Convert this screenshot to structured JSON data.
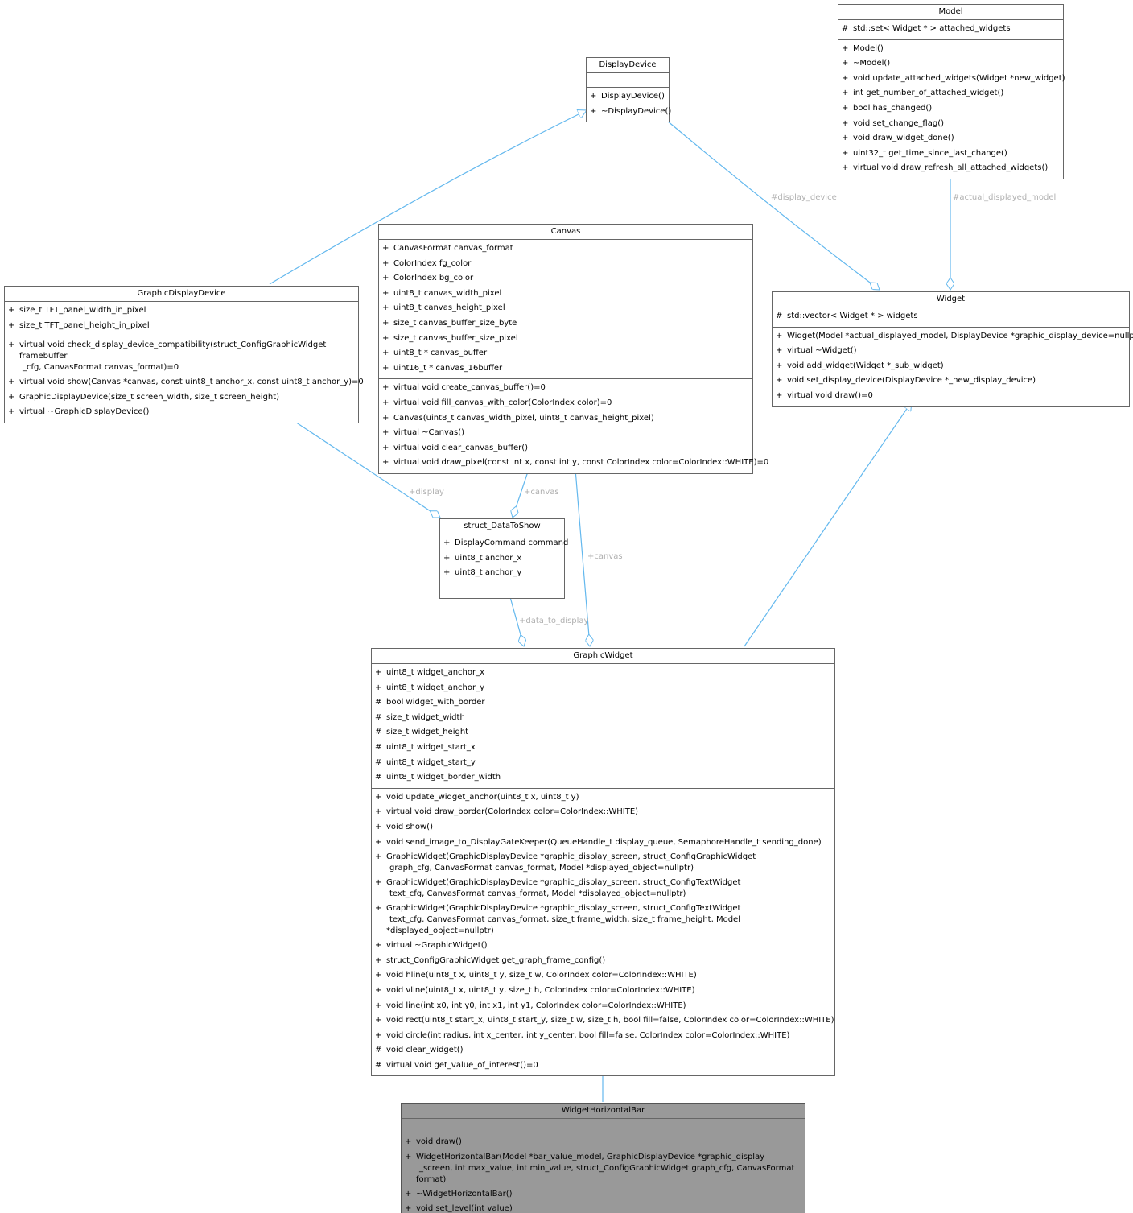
{
  "classes": {
    "model": {
      "name": "Model",
      "attributes": [
        {
          "vis": "#",
          "text": "std::set< Widget * > attached_widgets"
        }
      ],
      "methods": [
        {
          "vis": "+",
          "text": "Model()"
        },
        {
          "vis": "+",
          "text": "~Model()"
        },
        {
          "vis": "+",
          "text": "void update_attached_widgets(Widget *new_widget)"
        },
        {
          "vis": "+",
          "text": "int get_number_of_attached_widget()"
        },
        {
          "vis": "+",
          "text": "bool has_changed()"
        },
        {
          "vis": "+",
          "text": "void set_change_flag()"
        },
        {
          "vis": "+",
          "text": "void draw_widget_done()"
        },
        {
          "vis": "+",
          "text": "uint32_t get_time_since_last_change()"
        },
        {
          "vis": "+",
          "text": "virtual void draw_refresh_all_attached_widgets()"
        }
      ]
    },
    "display_device": {
      "name": "DisplayDevice",
      "attributes": [],
      "methods": [
        {
          "vis": "+",
          "text": "DisplayDevice()"
        },
        {
          "vis": "+",
          "text": "~DisplayDevice()"
        }
      ]
    },
    "canvas": {
      "name": "Canvas",
      "attributes": [
        {
          "vis": "+",
          "text": "CanvasFormat canvas_format"
        },
        {
          "vis": "+",
          "text": "ColorIndex fg_color"
        },
        {
          "vis": "+",
          "text": "ColorIndex bg_color"
        },
        {
          "vis": "+",
          "text": "uint8_t canvas_width_pixel"
        },
        {
          "vis": "+",
          "text": "uint8_t canvas_height_pixel"
        },
        {
          "vis": "+",
          "text": "size_t canvas_buffer_size_byte"
        },
        {
          "vis": "+",
          "text": "size_t canvas_buffer_size_pixel"
        },
        {
          "vis": "+",
          "text": "uint8_t * canvas_buffer"
        },
        {
          "vis": "+",
          "text": "uint16_t * canvas_16buffer"
        }
      ],
      "methods": [
        {
          "vis": "+",
          "text": "virtual void create_canvas_buffer()=0"
        },
        {
          "vis": "+",
          "text": "virtual void fill_canvas_with_color(ColorIndex color)=0"
        },
        {
          "vis": "+",
          "text": "Canvas(uint8_t canvas_width_pixel, uint8_t canvas_height_pixel)"
        },
        {
          "vis": "+",
          "text": "virtual ~Canvas()"
        },
        {
          "vis": "+",
          "text": "virtual void clear_canvas_buffer()"
        },
        {
          "vis": "+",
          "text": "virtual void draw_pixel(const int x, const int y, const ColorIndex color=ColorIndex::WHITE)=0"
        }
      ]
    },
    "graphic_display_device": {
      "name": "GraphicDisplayDevice",
      "attributes": [
        {
          "vis": "+",
          "text": "size_t TFT_panel_width_in_pixel"
        },
        {
          "vis": "+",
          "text": "size_t TFT_panel_height_in_pixel"
        }
      ],
      "methods": [
        {
          "vis": "+",
          "text": "virtual void check_display_device_compatibility(struct_ConfigGraphicWidget framebuffer\n_cfg, CanvasFormat canvas_format)=0"
        },
        {
          "vis": "+",
          "text": "virtual void show(Canvas *canvas, const uint8_t anchor_x, const uint8_t anchor_y)=0"
        },
        {
          "vis": "+",
          "text": "GraphicDisplayDevice(size_t screen_width, size_t screen_height)"
        },
        {
          "vis": "+",
          "text": "virtual ~GraphicDisplayDevice()"
        }
      ]
    },
    "widget": {
      "name": "Widget",
      "attributes": [
        {
          "vis": "#",
          "text": "std::vector< Widget * > widgets"
        }
      ],
      "methods": [
        {
          "vis": "+",
          "text": "Widget(Model *actual_displayed_model, DisplayDevice *graphic_display_device=nullptr)"
        },
        {
          "vis": "+",
          "text": "virtual ~Widget()"
        },
        {
          "vis": "+",
          "text": "void add_widget(Widget *_sub_widget)"
        },
        {
          "vis": "+",
          "text": "void set_display_device(DisplayDevice *_new_display_device)"
        },
        {
          "vis": "+",
          "text": "virtual void draw()=0"
        }
      ]
    },
    "data_to_show": {
      "name": "struct_DataToShow",
      "attributes": [
        {
          "vis": "+",
          "text": "DisplayCommand command"
        },
        {
          "vis": "+",
          "text": "uint8_t anchor_x"
        },
        {
          "vis": "+",
          "text": "uint8_t anchor_y"
        }
      ],
      "methods": []
    },
    "graphic_widget": {
      "name": "GraphicWidget",
      "attributes": [
        {
          "vis": "+",
          "text": "uint8_t widget_anchor_x"
        },
        {
          "vis": "+",
          "text": "uint8_t widget_anchor_y"
        },
        {
          "vis": "#",
          "text": "bool widget_with_border"
        },
        {
          "vis": "#",
          "text": "size_t widget_width"
        },
        {
          "vis": "#",
          "text": "size_t widget_height"
        },
        {
          "vis": "#",
          "text": "uint8_t widget_start_x"
        },
        {
          "vis": "#",
          "text": "uint8_t widget_start_y"
        },
        {
          "vis": "#",
          "text": "uint8_t widget_border_width"
        }
      ],
      "methods": [
        {
          "vis": "+",
          "text": "void update_widget_anchor(uint8_t x, uint8_t y)"
        },
        {
          "vis": "+",
          "text": "virtual void draw_border(ColorIndex color=ColorIndex::WHITE)"
        },
        {
          "vis": "+",
          "text": "void show()"
        },
        {
          "vis": "+",
          "text": "void send_image_to_DisplayGateKeeper(QueueHandle_t display_queue, SemaphoreHandle_t sending_done)"
        },
        {
          "vis": "+",
          "text": "GraphicWidget(GraphicDisplayDevice *graphic_display_screen, struct_ConfigGraphicWidget\ngraph_cfg, CanvasFormat canvas_format, Model *displayed_object=nullptr)"
        },
        {
          "vis": "+",
          "text": "GraphicWidget(GraphicDisplayDevice *graphic_display_screen, struct_ConfigTextWidget\ntext_cfg, CanvasFormat canvas_format, Model *displayed_object=nullptr)"
        },
        {
          "vis": "+",
          "text": "GraphicWidget(GraphicDisplayDevice *graphic_display_screen, struct_ConfigTextWidget\ntext_cfg, CanvasFormat canvas_format, size_t frame_width, size_t frame_height, Model *displayed_object=nullptr)"
        },
        {
          "vis": "+",
          "text": "virtual ~GraphicWidget()"
        },
        {
          "vis": "+",
          "text": "struct_ConfigGraphicWidget get_graph_frame_config()"
        },
        {
          "vis": "+",
          "text": "void hline(uint8_t x, uint8_t y, size_t w, ColorIndex color=ColorIndex::WHITE)"
        },
        {
          "vis": "+",
          "text": "void vline(uint8_t x, uint8_t y, size_t h, ColorIndex color=ColorIndex::WHITE)"
        },
        {
          "vis": "+",
          "text": "void line(int x0, int y0, int x1, int y1, ColorIndex color=ColorIndex::WHITE)"
        },
        {
          "vis": "+",
          "text": "void rect(uint8_t start_x, uint8_t start_y, size_t w, size_t h, bool fill=false, ColorIndex color=ColorIndex::WHITE)"
        },
        {
          "vis": "+",
          "text": "void circle(int radius, int x_center, int y_center, bool fill=false, ColorIndex color=ColorIndex::WHITE)"
        },
        {
          "vis": "#",
          "text": "void clear_widget()"
        },
        {
          "vis": "#",
          "text": "virtual void get_value_of_interest()=0"
        }
      ]
    },
    "widget_horizontal_bar": {
      "name": "WidgetHorizontalBar",
      "attributes": [],
      "methods": [
        {
          "vis": "+",
          "text": "void draw()"
        },
        {
          "vis": "+",
          "text": "WidgetHorizontalBar(Model *bar_value_model, GraphicDisplayDevice *graphic_display\n_screen, int max_value, int min_value, struct_ConfigGraphicWidget graph_cfg, CanvasFormat format)"
        },
        {
          "vis": "+",
          "text": "~WidgetHorizontalBar()"
        },
        {
          "vis": "+",
          "text": "void set_level(int value)"
        }
      ]
    }
  },
  "edge_labels": {
    "display_device": "#display_device",
    "actual_displayed_model": "#actual_displayed_model",
    "display": "+display",
    "canvas_data": "+canvas",
    "canvas_widget": "+canvas",
    "data_to_display": "+data_to_display"
  },
  "colors": {
    "edge": "#63b8ee",
    "box_border": "#666666",
    "highlight_fill": "#999999",
    "label": "#b0b0b0"
  }
}
